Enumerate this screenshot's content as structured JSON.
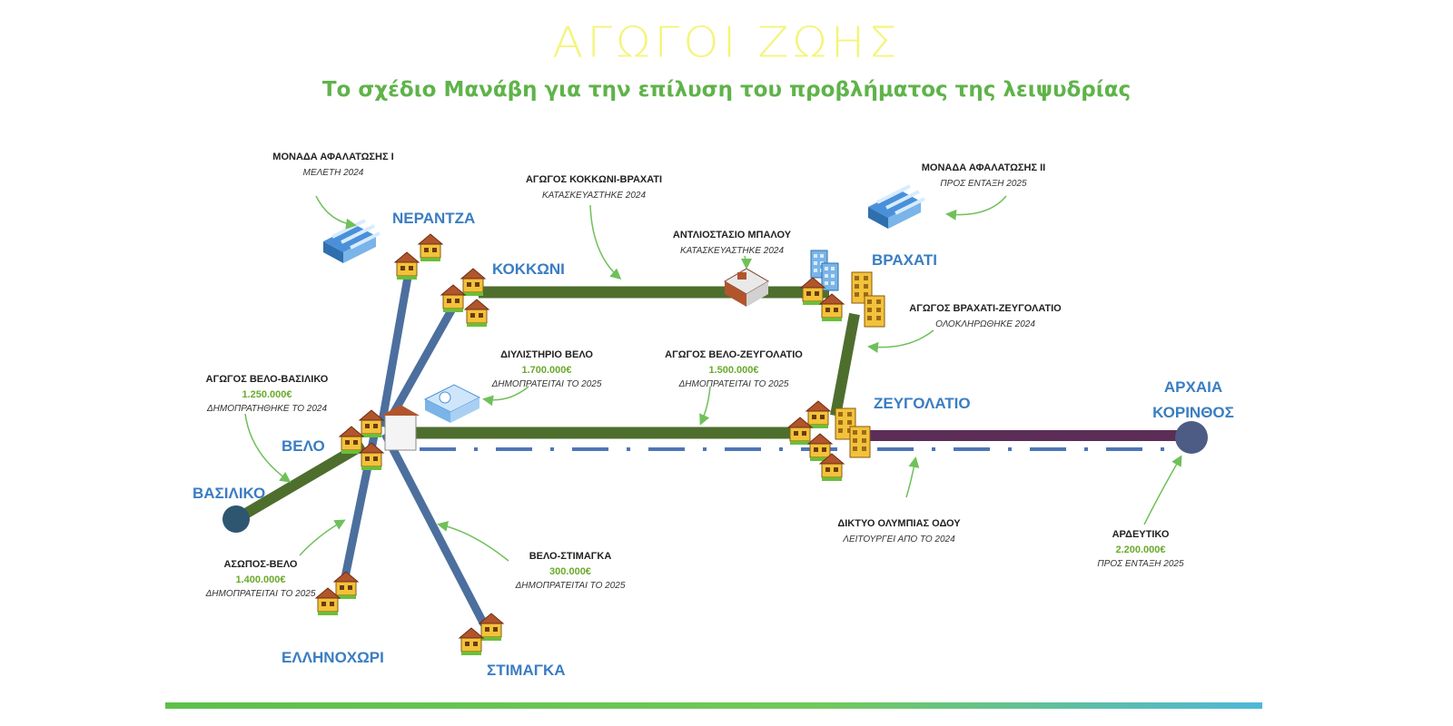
{
  "title": "ΑΓΩΓΟΙ ΖΩΗΣ",
  "subtitle": "Το σχέδιο Μανάβη για την επίλυση του προβλήματος της λειψυδρίας",
  "towns": {
    "nerantza": "ΝΕΡΑΝΤΖΑ",
    "kokkoni": "ΚΟΚΚΩΝΙ",
    "vrachati": "ΒΡΑΧΑΤΙ",
    "zeugolatio": "ΖΕΥΓΟΛΑΤΙΟ",
    "archaia_korinthos_line1": "ΑΡΧΑΙΑ",
    "archaia_korinthos_line2": "ΚΟΡΙΝΘΟΣ",
    "velo": "ΒΕΛΟ",
    "vasiliko": "ΒΑΣΙΛΙΚΟ",
    "ellinochori": "ΕΛΛΗΝΟΧΩΡΙ",
    "stimagka": "ΣΤΙΜΑΓΚΑ"
  },
  "projects": {
    "desal1": {
      "title": "ΜΟΝΑΔΑ ΑΦΑΛΑΤΩΣΗΣ Ι",
      "status": "ΜΕΛΕΤΗ 2024"
    },
    "kokkoni_vrachati": {
      "title": "ΑΓΩΓΟΣ ΚΟΚΚΩΝΙ-ΒΡΑΧΑΤΙ",
      "status": "ΚΑΤΑΣΚΕΥΑΣΤΗΚΕ 2024"
    },
    "desal2": {
      "title": "ΜΟΝΑΔΑ ΑΦΑΛΑΤΩΣΗΣ ΙΙ",
      "status": "ΠΡΟΣ ΕΝΤΑΞΗ 2025"
    },
    "pump_mpalou": {
      "title": "ΑΝΤΛΙΟΣΤΑΣΙΟ ΜΠΑΛΟΥ",
      "status": "ΚΑΤΑΣΚΕΥΑΣΤΗΚΕ 2024"
    },
    "vrachati_zeugolatio": {
      "title": "ΑΓΩΓΟΣ ΒΡΑΧΑΤΙ-ΖΕΥΓΟΛΑΤΙΟ",
      "status": "ΟΛΟΚΛΗΡΩΘΗΚΕ 2024"
    },
    "filter_velo": {
      "title": "ΔΙΥΛΙΣΤΗΡΙΟ ΒΕΛΟ",
      "cost": "1.700.000€",
      "status": "ΔΗΜΟΠΡΑΤΕΙΤΑΙ ΤΟ 2025"
    },
    "velo_zeugolatio": {
      "title": "ΑΓΩΓΟΣ ΒΕΛΟ-ΖΕΥΓΟΛΑΤΙΟ",
      "cost": "1.500.000€",
      "status": "ΔΗΜΟΠΡΑΤΕΙΤΑΙ ΤΟ 2025"
    },
    "velo_vasiliko": {
      "title": "ΑΓΩΓΟΣ ΒΕΛΟ-ΒΑΣΙΛΙΚΟ",
      "cost": "1.250.000€",
      "status": "ΔΗΜΟΠΡΑΤΗΘΗΚΕ ΤΟ 2024"
    },
    "asopos_velo": {
      "title": "ΑΣΩΠΟΣ-ΒΕΛΟ",
      "cost": "1.400.000€",
      "status": "ΔΗΜΟΠΡΑΤΕΙΤΑΙ ΤΟ 2025"
    },
    "velo_stimagka": {
      "title": "ΒΕΛΟ-ΣΤΙΜΑΓΚΑ",
      "cost": "300.000€",
      "status": "ΔΗΜΟΠΡΑΤΕΙΤΑΙ ΤΟ 2025"
    },
    "olympia_road": {
      "title": "ΔΙΚΤΥΟ ΟΛΥΜΠΙΑΣ ΟΔΟΥ",
      "status": "ΛΕΙΤΟΥΡΓΕΙ ΑΠΟ ΤΟ 2024"
    },
    "ardeutiko": {
      "title": "ΑΡΔΕΥΤΙΚΟ",
      "cost": "2.200.000€",
      "status": "ΠΡΟΣ ΕΝΤΑΞΗ 2025"
    }
  },
  "colors": {
    "title": "#f3f57a",
    "subtitle": "#5fb34a",
    "green_pipe": "#4e6e2e",
    "blue_pipe": "#4c6f9e",
    "purple_pipe": "#5b2d57",
    "highway_dash": "#4f76b6",
    "town_label": "#3a7dc2",
    "cost": "#6aaa2a",
    "arrow": "#6fc05a",
    "node": "#2f5670"
  }
}
